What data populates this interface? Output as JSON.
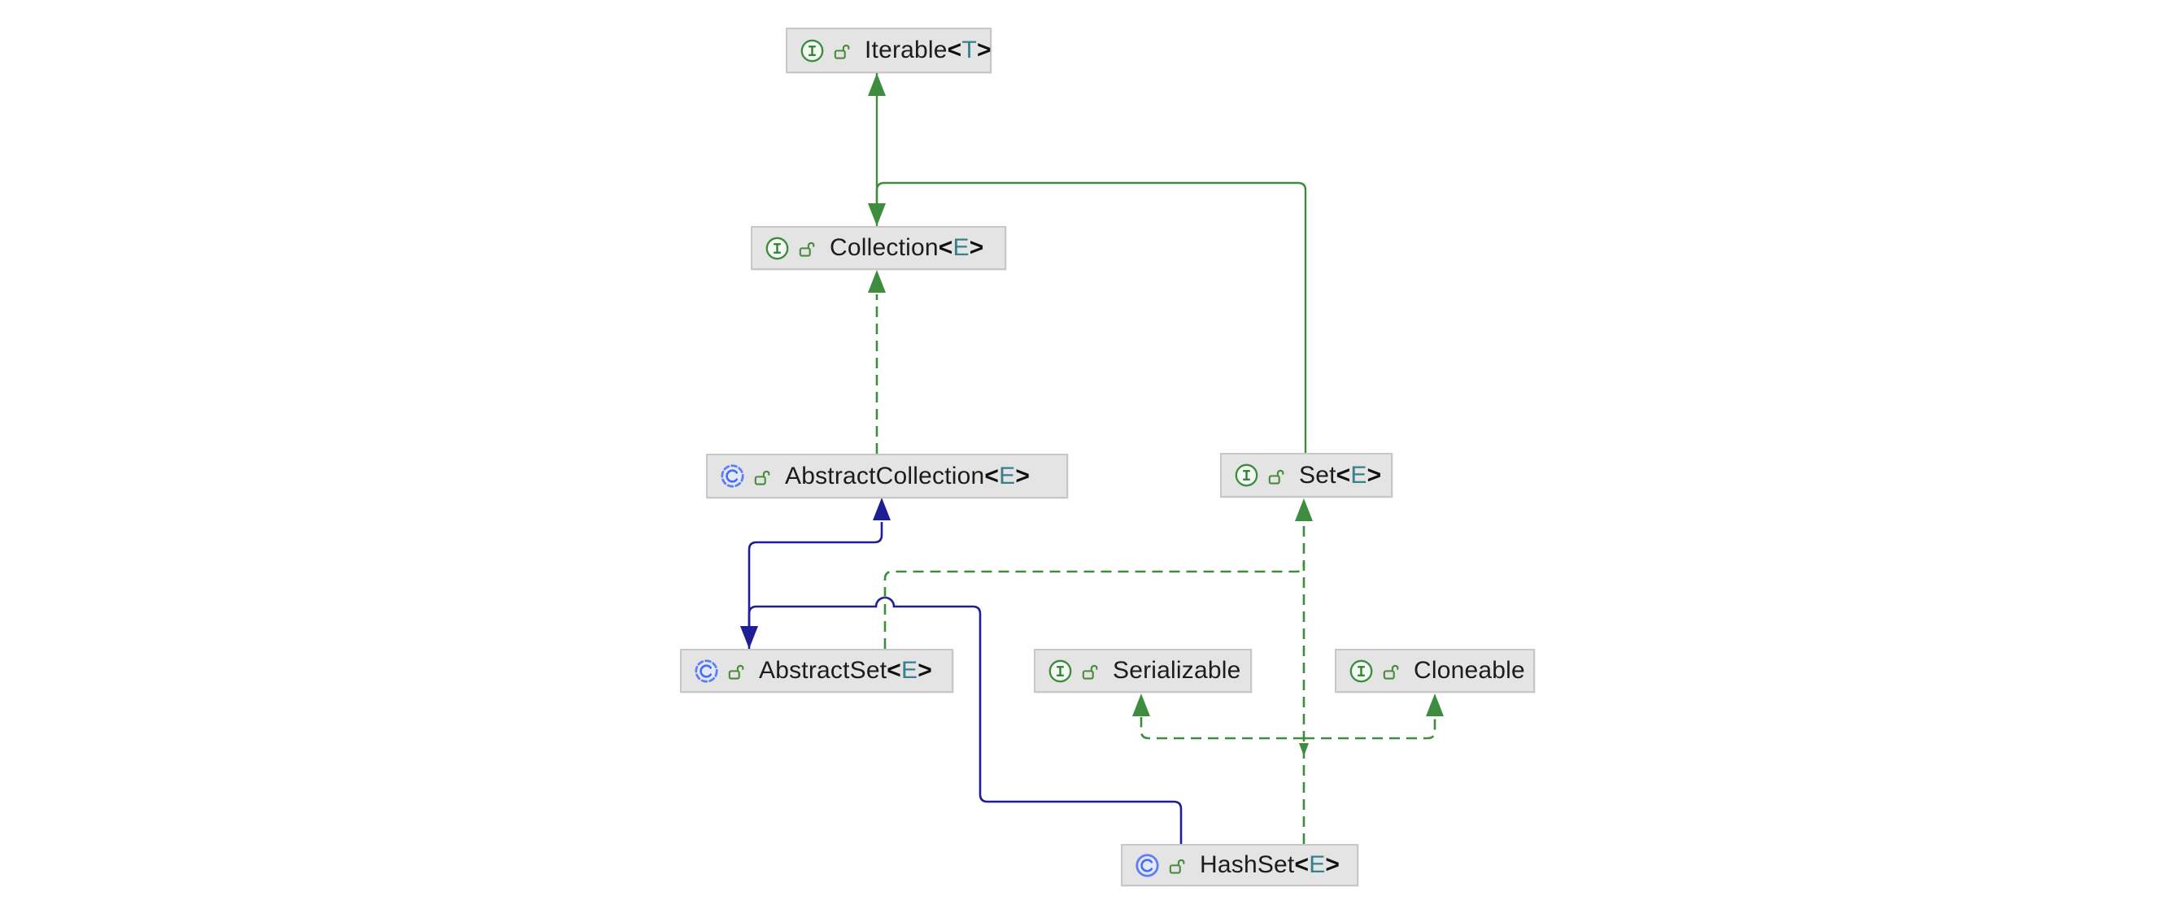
{
  "diagram": {
    "kind": "uml-class-diagram",
    "background_color": "#ffffff",
    "colors": {
      "node_fill": "#e4e4e4",
      "node_border": "#c7c7c7",
      "node_text": "#1c1c1c",
      "type_parameter_text": "#35808a",
      "class_edge_navy": "#1e1e96",
      "interface_edge_green": "#3e8c3e",
      "interface_icon_green": "#3d8b3d",
      "class_icon_blue": "#5f7df5",
      "lock_icon_green": "#4a8a3c"
    },
    "icons": {
      "interface": "interface-icon (green circled I)",
      "class": "class-icon (blue circled C)",
      "abstract_class": "abstract-class-icon (blue dash-circled C)",
      "visibility": "unlocked-padlock-icon (public)"
    },
    "nodes": {
      "iterable": {
        "name": "Iterable",
        "lt": "<",
        "param": "T",
        "gt": ">"
      },
      "collection": {
        "name": "Collection",
        "lt": "<",
        "param": "E",
        "gt": ">"
      },
      "abstract_collection": {
        "name": "AbstractCollection",
        "lt": "<",
        "param": "E",
        "gt": ">"
      },
      "set": {
        "name": "Set",
        "lt": "<",
        "param": "E",
        "gt": ">"
      },
      "abstract_set": {
        "name": "AbstractSet",
        "lt": "<",
        "param": "E",
        "gt": ">"
      },
      "serializable": {
        "name": "Serializable"
      },
      "cloneable": {
        "name": "Cloneable"
      },
      "hashset": {
        "name": "HashSet",
        "lt": "<",
        "param": "E",
        "gt": ">"
      }
    },
    "edges": [
      {
        "from": "Collection",
        "to": "Iterable",
        "relation": "extends",
        "style": "solid-green"
      },
      {
        "from": "Set",
        "to": "Collection",
        "relation": "extends",
        "style": "solid-green"
      },
      {
        "from": "AbstractCollection",
        "to": "Collection",
        "relation": "implements",
        "style": "dashed-green"
      },
      {
        "from": "AbstractSet",
        "to": "AbstractCollection",
        "relation": "extends",
        "style": "solid-navy"
      },
      {
        "from": "AbstractSet",
        "to": "Set",
        "relation": "implements",
        "style": "dashed-green"
      },
      {
        "from": "HashSet",
        "to": "AbstractSet",
        "relation": "extends",
        "style": "solid-navy"
      },
      {
        "from": "HashSet",
        "to": "Set",
        "relation": "implements",
        "style": "dashed-green"
      },
      {
        "from": "HashSet",
        "to": "Serializable",
        "relation": "implements",
        "style": "dashed-green"
      },
      {
        "from": "HashSet",
        "to": "Cloneable",
        "relation": "implements",
        "style": "dashed-green"
      }
    ]
  }
}
